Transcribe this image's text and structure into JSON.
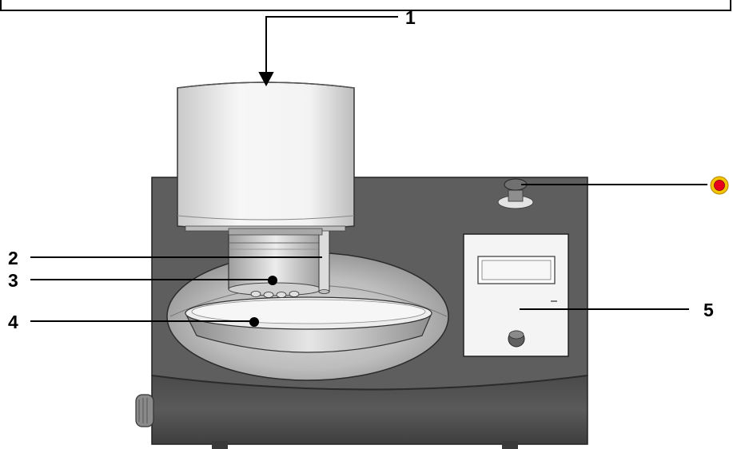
{
  "figure": {
    "caption_text": "",
    "callouts": [
      {
        "id": "1",
        "label": "1"
      },
      {
        "id": "2",
        "label": "2"
      },
      {
        "id": "3",
        "label": "3"
      },
      {
        "id": "4",
        "label": "4"
      },
      {
        "id": "5",
        "label": "5"
      }
    ],
    "emergency_symbol": "red-circle-icon"
  },
  "colors": {
    "body": "#5e5e5e",
    "housing": "#f2f2f2",
    "display_panel": "#f4f4f4",
    "emergency_red": "#e8001c",
    "emergency_ring": "#f5c400"
  }
}
